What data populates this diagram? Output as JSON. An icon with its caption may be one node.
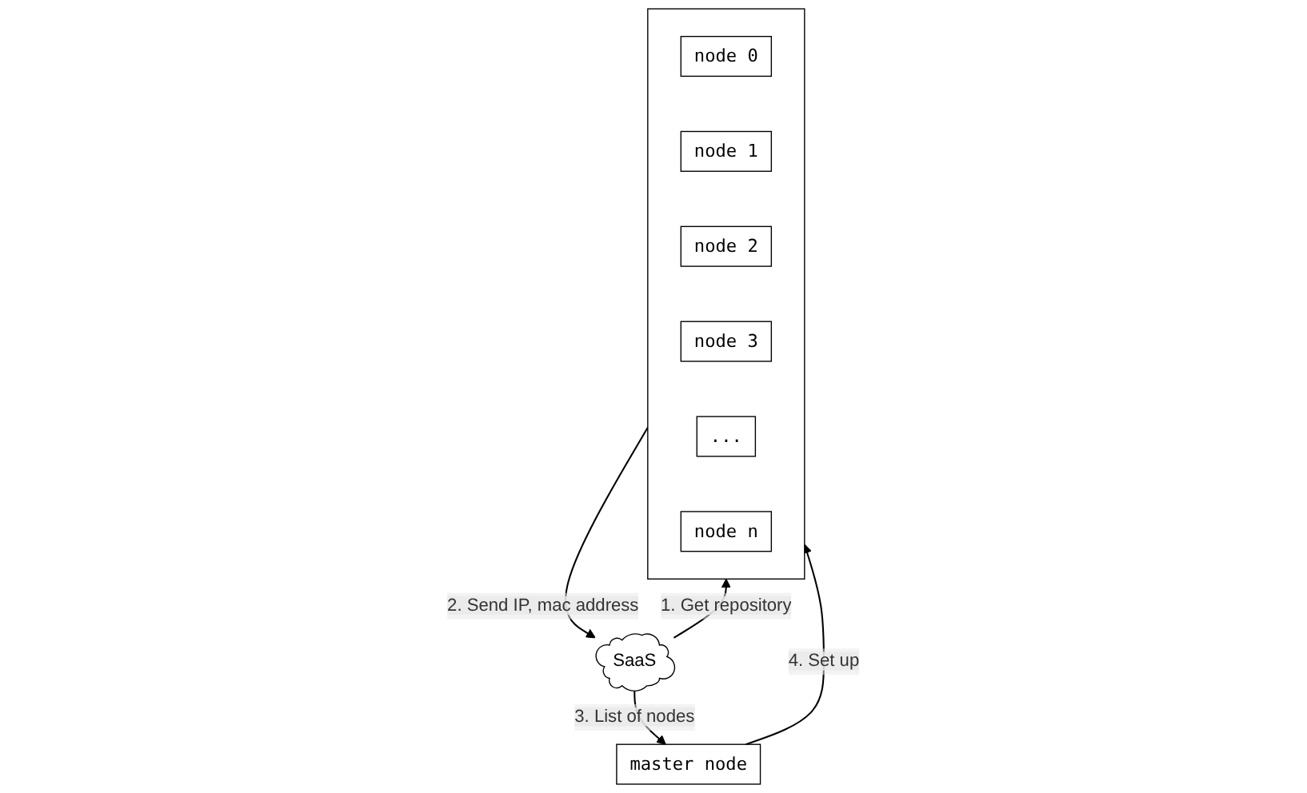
{
  "diagram": {
    "nodes": [
      {
        "text": [
          "SaaS"
        ]
      },
      {
        "text": [
          "master node"
        ]
      },
      {
        "text": [],
        "shape": "box"
      },
      {
        "text": [
          "node 0"
        ],
        "in": 2
      },
      {
        "text": [
          "node 1"
        ],
        "in": 2
      },
      {
        "text": [
          "node 2"
        ],
        "in": 2
      },
      {
        "text": [
          "node 3"
        ],
        "in": 2
      },
      {
        "text": [
          "..."
        ],
        "in": 2
      },
      {
        "text": [
          "node n"
        ],
        "in": 2
      }
    ],
    "edges": [
      {
        "from": 0,
        "to": 2,
        "arrow": "to",
        "label": "1. Get repository"
      },
      {
        "from": 2,
        "to": 0,
        "arrow": "to",
        "label": "2. Send IP, mac address"
      },
      {
        "from": 0,
        "to": 1,
        "arrow": "to",
        "label": "3. List of nodes"
      },
      {
        "from": 1,
        "to": 2,
        "arrow": "to",
        "label": "4. Set up"
      }
    ]
  }
}
